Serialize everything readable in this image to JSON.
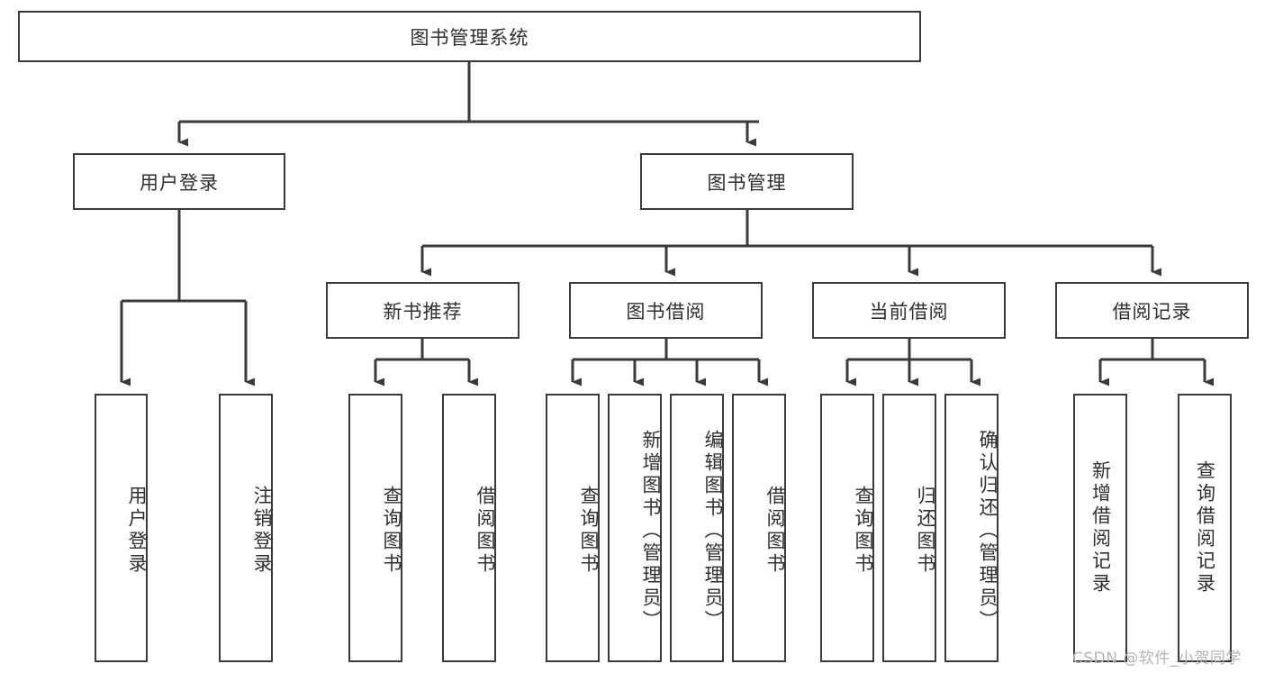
{
  "diagram": {
    "title": "图书管理系统",
    "type": "hierarchy-tree",
    "levels": 4,
    "colors": {
      "box_border": "#3a3a3a",
      "box_fill": "#ffffff",
      "connector": "#3a3a3a",
      "text": "#2f2f2f",
      "watermark": "#b4b4b4"
    },
    "root": {
      "label": "图书管理系统"
    },
    "level2": [
      {
        "label": "用户登录"
      },
      {
        "label": "图书管理"
      }
    ],
    "level3": [
      {
        "label": "新书推荐"
      },
      {
        "label": "图书借阅"
      },
      {
        "label": "当前借阅"
      },
      {
        "label": "借阅记录"
      }
    ],
    "leaves": {
      "user_login": [
        {
          "label": "用户登录"
        },
        {
          "label": "注销登录"
        }
      ],
      "new_book_recommend": [
        {
          "label": "查询图书"
        },
        {
          "label": "借阅图书"
        }
      ],
      "book_borrow": [
        {
          "label": "查询图书"
        },
        {
          "label": "新增图书（管理员）"
        },
        {
          "label": "编辑图书（管理员）"
        },
        {
          "label": "借阅图书"
        }
      ],
      "current_borrow": [
        {
          "label": "查询图书"
        },
        {
          "label": "归还图书"
        },
        {
          "label": "确认归还（管理员）"
        }
      ],
      "borrow_record": [
        {
          "label": "新增借阅记录"
        },
        {
          "label": "查询借阅记录"
        }
      ]
    }
  },
  "watermark": {
    "text": "CSDN @软件_小贺同学"
  }
}
